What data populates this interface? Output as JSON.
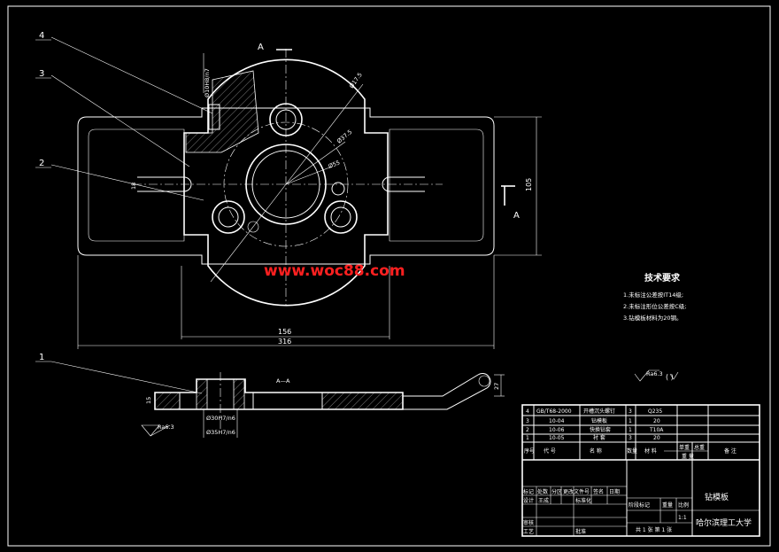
{
  "part_labels": [
    "1",
    "2",
    "3",
    "4"
  ],
  "section_labels": {
    "a_top": "A",
    "a_right": "A",
    "a_a": "A—A"
  },
  "dimensions": {
    "d_175": "Ø17.5",
    "d_375": "Ø37.5",
    "d_55": "Ø55",
    "d_10": "Ø10H8/n7",
    "h_105": "105",
    "w_156": "156",
    "w_316": "316",
    "side_18": "18",
    "d_30": "Ø30H7/n6",
    "d_35": "Ø35H7/n6",
    "t_15": "15",
    "h_27": "27"
  },
  "roughness": {
    "sym_left": "Ra6.3",
    "sym_right": "Ra6.3",
    "paren": "( )"
  },
  "watermark": "www.woc88.com",
  "tech_requirements": {
    "title": "技术要求",
    "items": [
      "1.未标注公差按IT14级;",
      "2.未标注形位公差按C级;",
      "3.钻模板材料为20钢。"
    ]
  },
  "bom": {
    "rows": [
      {
        "no": "4",
        "code": "GB/T68-2000",
        "name": "开槽沉头螺钉",
        "qty": "3",
        "material": "Q235"
      },
      {
        "no": "3",
        "code": "10-04",
        "name": "钻模板",
        "qty": "1",
        "material": "20"
      },
      {
        "no": "2",
        "code": "10-06",
        "name": "快换钻套",
        "qty": "1",
        "material": "T10A"
      },
      {
        "no": "1",
        "code": "10-05",
        "name": "衬 套",
        "qty": "3",
        "material": "20"
      }
    ],
    "header": {
      "no": "序号",
      "code": "代  号",
      "name": "名  称",
      "qty": "数量",
      "material": "材  料",
      "unit_weight": "单重",
      "total_weight": "总重",
      "weight": "重  量",
      "remarks": "备  注"
    }
  },
  "title_block": {
    "drawing_name": "钻模板",
    "school": "哈尔滨理工大学",
    "scale": "1:1",
    "sheets": "共 1 张  第 1 张",
    "labels": {
      "mark": "标记",
      "zones": "处数",
      "zone": "分区",
      "change_doc": "更改文件号",
      "sign": "签名",
      "date": "日期",
      "design": "设计",
      "std": "标准化",
      "stage_mark": "阶段标记",
      "weight": "重量",
      "scale": "比例",
      "check": "审核",
      "process": "工艺",
      "approve": "批准",
      "name_word": "王成"
    }
  }
}
